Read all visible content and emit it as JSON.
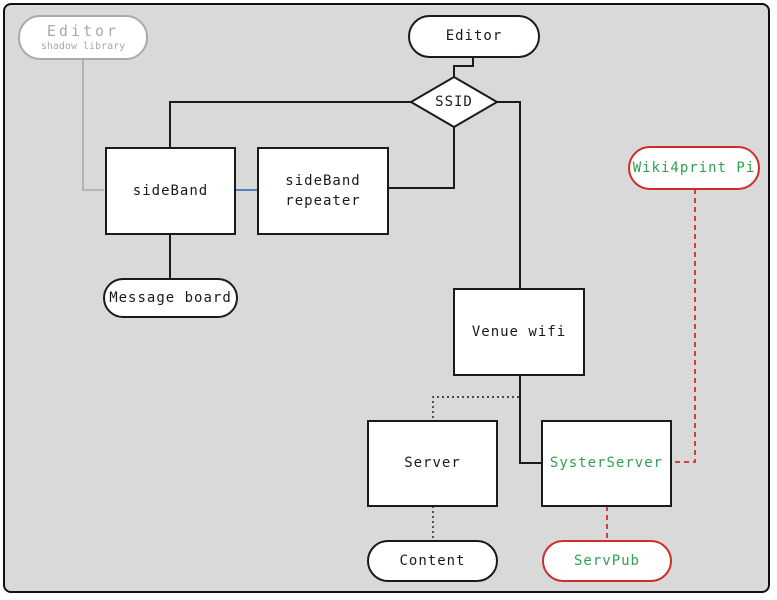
{
  "diagram": {
    "background": "#d9d9d9",
    "colors": {
      "line": "#1a1a1a",
      "gray": "#a9a9a9",
      "blue": "#4f81bd",
      "red": "#d02c2c",
      "green": "#2fa24f"
    },
    "nodes": {
      "editor_shadow": {
        "title": "Editor",
        "subtitle": "shadow library",
        "shape": "pill"
      },
      "editor": {
        "label": "Editor",
        "shape": "pill"
      },
      "ssid": {
        "label": "SSID",
        "shape": "diamond"
      },
      "sideband": {
        "label": "sideBand",
        "shape": "rect"
      },
      "sideband_repeater": {
        "label": "sideBand\nrepeater",
        "shape": "rect"
      },
      "message_board": {
        "label": "Message board",
        "shape": "pill"
      },
      "venue_wifi": {
        "label": "Venue wifi",
        "shape": "rect"
      },
      "wiki4print_pi": {
        "label": "Wiki4print Pi",
        "shape": "pill"
      },
      "server": {
        "label": "Server",
        "shape": "rect"
      },
      "systerserver": {
        "label": "SysterServer",
        "shape": "rect"
      },
      "content": {
        "label": "Content",
        "shape": "pill"
      },
      "servpub": {
        "label": "ServPub",
        "shape": "pill"
      }
    },
    "edges": [
      {
        "from": "editor_shadow",
        "to": "sideband",
        "style": "solid-gray"
      },
      {
        "from": "editor",
        "to": "ssid",
        "style": "solid-black"
      },
      {
        "from": "ssid",
        "to": "sideband",
        "style": "solid-black"
      },
      {
        "from": "ssid",
        "to": "venue_wifi",
        "style": "solid-black"
      },
      {
        "from": "ssid",
        "to": "sideband_repeater",
        "style": "solid-black"
      },
      {
        "from": "sideband",
        "to": "sideband_repeater",
        "style": "solid-blue"
      },
      {
        "from": "sideband",
        "to": "message_board",
        "style": "solid-black"
      },
      {
        "from": "venue_wifi",
        "to": "systerserver",
        "style": "solid-black"
      },
      {
        "from": "venue_wifi",
        "to": "server",
        "style": "dotted-black"
      },
      {
        "from": "server",
        "to": "content",
        "style": "dotted-black"
      },
      {
        "from": "wiki4print_pi",
        "to": "systerserver",
        "style": "dashed-red"
      },
      {
        "from": "systerserver",
        "to": "servpub",
        "style": "dashed-red"
      }
    ]
  }
}
